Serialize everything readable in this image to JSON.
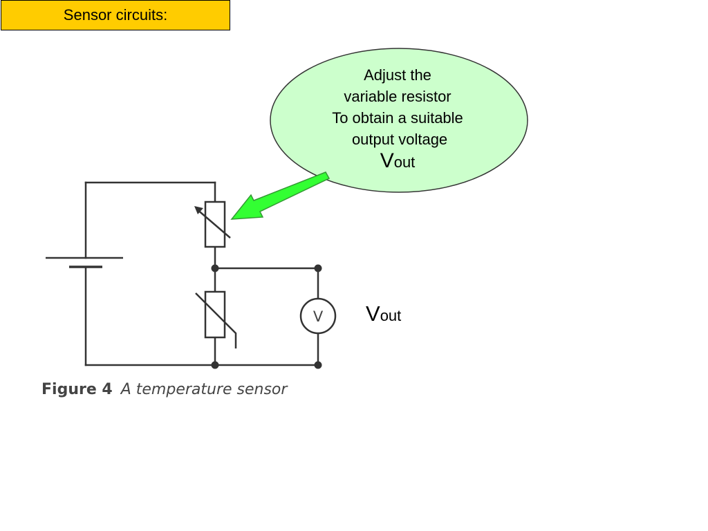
{
  "slide": {
    "title": "Sensor circuits:"
  },
  "callout": {
    "lines": [
      "Adjust the",
      "variable resistor",
      "To obtain a suitable",
      " output voltage"
    ],
    "symbol_main": "V",
    "symbol_sub": "out"
  },
  "output_label": {
    "symbol_main": "V",
    "symbol_sub": "out"
  },
  "voltmeter": {
    "label": "V"
  },
  "figure": {
    "number": "Figure 4",
    "caption": "A temperature sensor"
  },
  "colors": {
    "title_fill": "#ffcc00",
    "callout_fill": "#ccffcc",
    "arrow_fill": "#33ff33",
    "arrow_stroke": "#339933",
    "wire": "#333333"
  }
}
